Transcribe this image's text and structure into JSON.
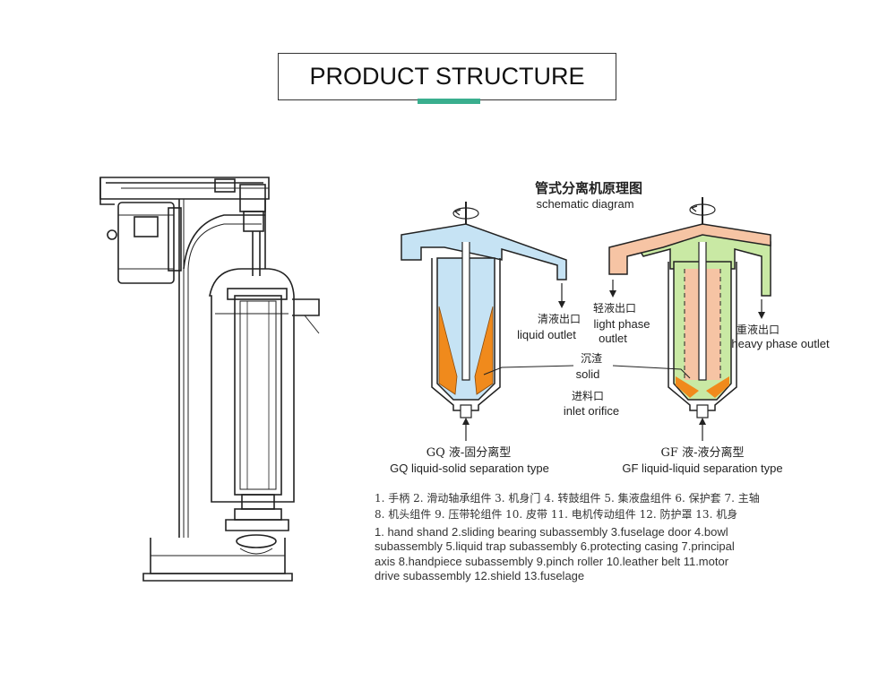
{
  "header": {
    "title": "PRODUCT STRUCTURE",
    "accent_color": "#3aae8e"
  },
  "schematic": {
    "title_zh": "管式分离机原理图",
    "title_en": "schematic diagram",
    "labels": {
      "liquid_outlet_zh": "清液出口",
      "liquid_outlet_en": "liquid outlet",
      "light_phase_zh": "轻液出口",
      "light_phase_en_1": "light phase",
      "light_phase_en_2": "outlet",
      "heavy_phase_zh": "重液出口",
      "heavy_phase_en": "heavy phase outlet",
      "solid_zh": "沉渣",
      "solid_en": "solid",
      "inlet_zh": "进料口",
      "inlet_en": "inlet orifice"
    },
    "types": {
      "gq_zh": "GQ 液-固分离型",
      "gq_en": "GQ liquid-solid separation type",
      "gf_zh": "GF 液-液分离型",
      "gf_en": "GF liquid-liquid separation type"
    },
    "colors": {
      "liquid": "#c6e3f4",
      "solid": "#f08a1c",
      "light_phase": "#f6c4a4",
      "heavy_phase": "#c9e9a4"
    }
  },
  "legend": {
    "zh_line1": "1. 手柄  2. 滑动轴承组件  3. 机身门  4. 转鼓组件  5. 集液盘组件  6. 保护套 7. 主轴",
    "zh_line2": "8. 机头组件 9. 压带轮组件  10. 皮带  11. 电机传动组件   12. 防护罩  13. 机身",
    "en_line1": "1. hand shand   2.sliding bearing subassembly  3.fuselage door   4.bowl",
    "en_line2": "subassembly   5.liquid trap subassembly   6.protecting casing  7.principal",
    "en_line3": "axis   8.handpiece subassembly 9.pinch roller   10.leather belt   11.motor",
    "en_line4": "drive subassembly    12.shield 13.fuselage"
  }
}
